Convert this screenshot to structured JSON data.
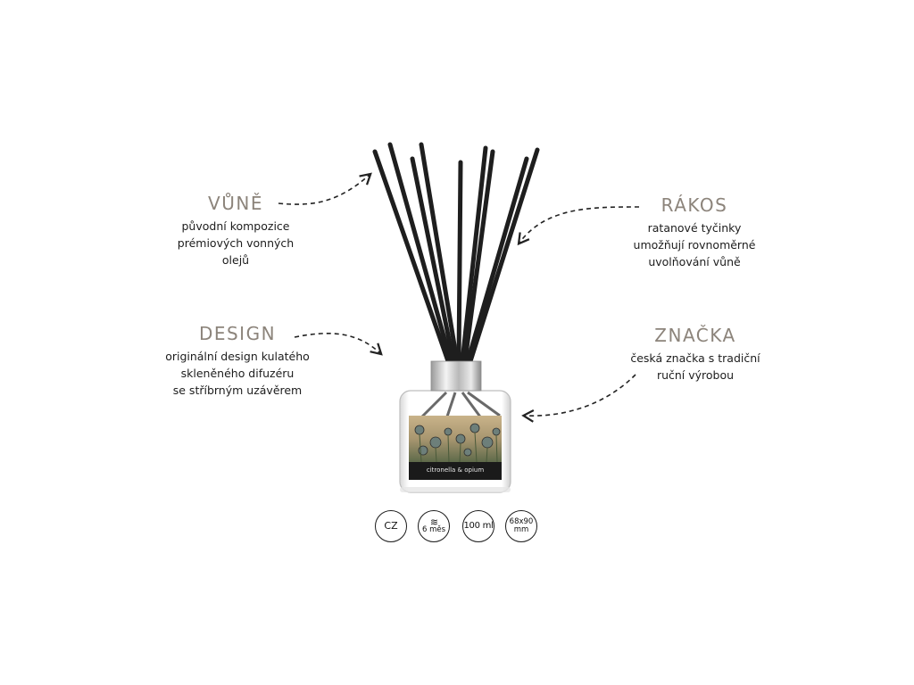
{
  "callouts": {
    "vune": {
      "title": "VŮNĚ",
      "lines": [
        "původní kompozice",
        "prémiových vonných",
        "olejů"
      ]
    },
    "design": {
      "title": "DESIGN",
      "lines": [
        "originální design kulatého",
        "skleněného difuzéru",
        "se stříbrným uzávěrem"
      ]
    },
    "rakos": {
      "title": "RÁKOS",
      "lines": [
        "ratanové tyčinky",
        "umožňují rovnoměrné",
        "uvolňování vůně"
      ]
    },
    "znacka": {
      "title": "ZNAČKA",
      "lines": [
        "česká značka s tradiční",
        "ruční výrobou"
      ]
    }
  },
  "product": {
    "label": "citronella & opium"
  },
  "badges": {
    "origin": "CZ",
    "duration": "6 měs",
    "volume": "100 ml",
    "size_top": "68x90",
    "size_bottom": "mm"
  },
  "colors": {
    "title": "#8c847b",
    "sticks": "#1e1e1e",
    "cap": "#c8c8c8",
    "label_bg": "#1a1a1a"
  }
}
